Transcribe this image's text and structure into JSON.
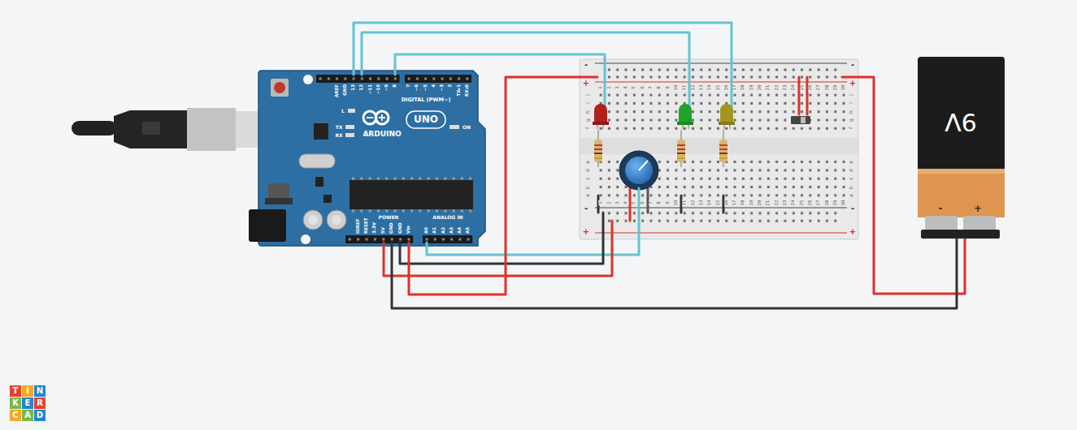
{
  "diagram": {
    "nodes": [
      {
        "text": [
          "ARDUINO",
          "UNO"
        ]
      },
      {
        "text": [
          "9V",
          "-",
          "+"
        ]
      }
    ],
    "edges": [
      {
        "from": 0,
        "to": 1,
        "arrow": "none"
      }
    ],
    "labels": [
      "AREF",
      "GND",
      "13",
      "12",
      "~11",
      "~10",
      "~9",
      "8",
      "7",
      "~6",
      "~5",
      "4",
      "~3",
      "2",
      "TX▸1",
      "RX◂0",
      "DIGITAL (PWM~)",
      "L",
      "TX",
      "RX",
      "ON",
      "IOREF",
      "RESET",
      "3.3V",
      "5V",
      "GND",
      "GND",
      "Vin",
      "POWER",
      "ANALOG IN",
      "A0",
      "A1",
      "A2",
      "A3",
      "A4",
      "A5",
      "-",
      "+",
      "-",
      "+",
      "-",
      "+",
      "-",
      "+",
      "1",
      "2",
      "3",
      "4",
      "5",
      "6",
      "7",
      "8",
      "9",
      "10",
      "11",
      "12",
      "13",
      "14",
      "15",
      "16",
      "17",
      "18",
      "19",
      "20",
      "21",
      "22",
      "23",
      "24",
      "25",
      "26",
      "27",
      "28",
      "29",
      "30",
      "1",
      "2",
      "3",
      "4",
      "5",
      "6",
      "7",
      "8",
      "9",
      "10",
      "11",
      "12",
      "13",
      "14",
      "15",
      "16",
      "17",
      "18",
      "19",
      "20",
      "21",
      "22",
      "23",
      "24",
      "25",
      "26",
      "27",
      "28",
      "29",
      "30",
      "j",
      "i",
      "h",
      "g",
      "f",
      "e",
      "d",
      "c",
      "b",
      "a",
      "j",
      "i",
      "h",
      "g",
      "f",
      "e",
      "d",
      "c",
      "b",
      "a",
      "T",
      "I",
      "N",
      "K",
      "E",
      "R",
      "C",
      "A",
      "D"
    ]
  }
}
